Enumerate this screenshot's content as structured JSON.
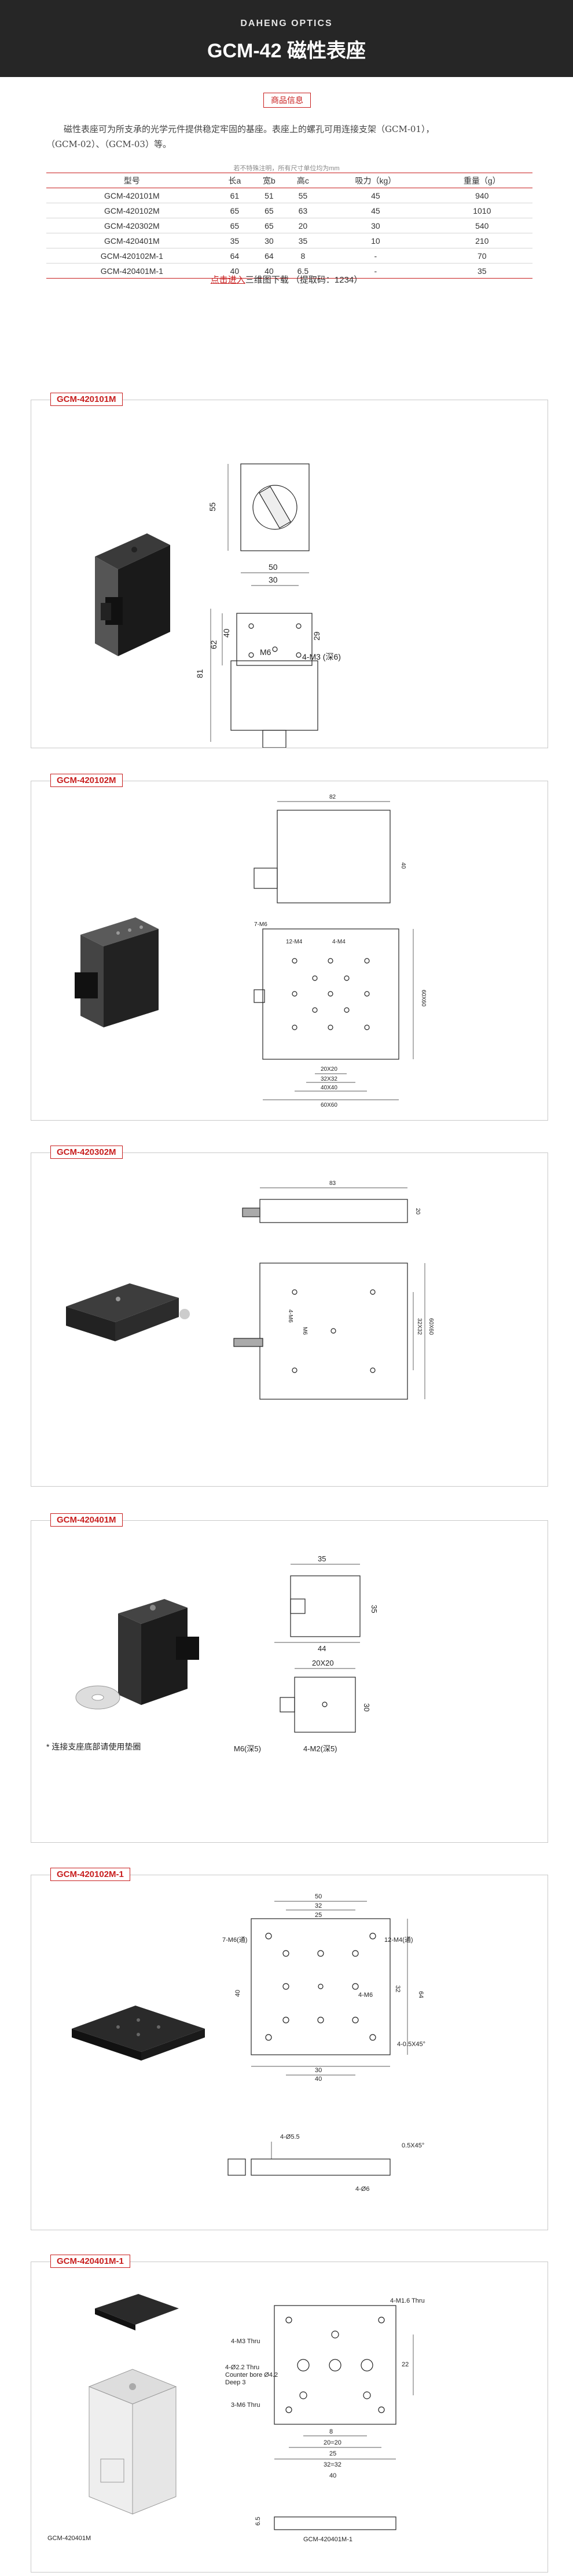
{
  "header": {
    "brand": "DAHENG OPTICS",
    "title": "GCM-42 磁性表座"
  },
  "info_badge": "商品信息",
  "intro": {
    "line1": "磁性表座可为所支承的光学元件提供稳定牢固的基座。表座上的螺孔可用连接支架（GCM-01），",
    "line2": "（GCM-02）、（GCM-03）等。"
  },
  "note": "若不特殊注明，所有尺寸单位均为mm",
  "table": {
    "headers": [
      "型号",
      "长a",
      "宽b",
      "高c",
      "吸力（kg）",
      "重量（g）"
    ],
    "rows": [
      [
        "GCM-420101M",
        "61",
        "51",
        "55",
        "45",
        "940"
      ],
      [
        "GCM-420102M",
        "65",
        "65",
        "63",
        "45",
        "1010"
      ],
      [
        "GCM-420302M",
        "65",
        "65",
        "20",
        "30",
        "540"
      ],
      [
        "GCM-420401M",
        "35",
        "30",
        "35",
        "10",
        "210"
      ],
      [
        "GCM-420102M-1",
        "64",
        "64",
        "8",
        "-",
        "70"
      ],
      [
        "GCM-420401M-1",
        "40",
        "40",
        "6.5",
        "-",
        "35"
      ]
    ]
  },
  "download": {
    "link": "点击进入",
    "text": "三维图下载 （提取码：1234）"
  },
  "panels": [
    {
      "label": "GCM-420101M",
      "dims": {
        "h55": "55",
        "w50": "50",
        "w30": "30",
        "h81": "81",
        "h62": "62",
        "h40": "40",
        "h29": "29",
        "m6": "M6",
        "m3": "4-M3 (深6)"
      }
    },
    {
      "label": "GCM-420102M",
      "dims": {
        "w82": "82",
        "h40": "40",
        "m6": "7-M6",
        "m6b": "12-M4",
        "m4": "4-M4",
        "c": "60X60",
        "s1": "20X20",
        "s2": "32X32",
        "s3": "40X40",
        "s4": "60X60"
      }
    },
    {
      "label": "GCM-420302M",
      "dims": {
        "w83": "83",
        "h20": "20",
        "a": "4-M6",
        "b": "M6",
        "c": "32X32",
        "d": "60X60"
      }
    },
    {
      "label": "GCM-420401M",
      "dims": {
        "h35a": "35",
        "h35b": "35",
        "w44": "44",
        "sq": "20X20",
        "h30": "30",
        "m6": "M6(深5)",
        "m2": "4-M2(深5)"
      },
      "footnote": "* 连接支座底部请使用垫圈"
    },
    {
      "label": "GCM-420102M-1",
      "dims": {
        "w50": "50",
        "w32": "32",
        "w25": "25",
        "m6": "7-M6(通)",
        "m4": "12-M4(通)",
        "hole": "4-M6",
        "cb": "4-0.5X45°",
        "h40": "40",
        "w64": "64",
        "h32": "32",
        "w30": "30",
        "w40": "40",
        "d55": "4-Ø5.5",
        "chamf": "0.5X45°",
        "d0": "4-Ø6"
      }
    },
    {
      "label": "GCM-420401M-1",
      "dims": {
        "a": "4-M1.6 Thru",
        "b": "4-M3 Thru",
        "c": "4-Ø2.2 Thru",
        "c2": "Counter bore Ø4.2",
        "c3": "Deep 3",
        "d": "3-M6 Thru",
        "w40": "40",
        "h22": "22",
        "h8": "8",
        "w20": "20=20",
        "w25": "25",
        "w32": "32=32",
        "w40b": "40",
        "h65": "6.5",
        "plate": "GCM-420401M-1",
        "base": "GCM-420401M"
      }
    }
  ],
  "colors": {
    "accent": "#c81e1e",
    "header_bg": "#262626"
  }
}
